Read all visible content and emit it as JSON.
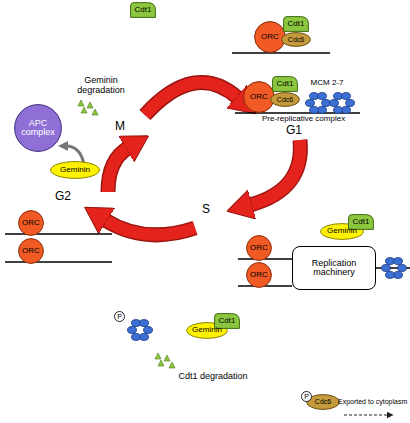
{
  "diagram": {
    "nodes": [
      {
        "text": [
          "Cdt1"
        ]
      },
      {
        "text": [
          "ORC"
        ]
      },
      {
        "text": [
          "Cdt1"
        ]
      },
      {
        "text": [
          "Cdc6"
        ]
      },
      {
        "text": [
          "APC complex"
        ]
      },
      {
        "text": [
          "ORC"
        ]
      },
      {
        "text": [
          "Cdt1"
        ]
      },
      {
        "text": [
          "Cdc6"
        ]
      },
      {
        "text": [
          "Geminin"
        ]
      },
      {
        "text": [
          "ORC"
        ]
      },
      {
        "text": [
          "Geminin"
        ]
      },
      {
        "text": [
          "Cdt1"
        ]
      },
      {
        "text": [
          "ORC"
        ]
      },
      {
        "text": [
          "Replication machinery"
        ]
      },
      {
        "text": [
          "ORC"
        ]
      },
      {
        "text": [
          "ORC"
        ]
      },
      {
        "text": [
          "Geminin"
        ]
      },
      {
        "text": [
          "Cdt1"
        ]
      },
      {
        "text": [
          "Cdc6"
        ]
      }
    ],
    "labels": [
      "Geminin degradation",
      "M",
      "G1",
      "MCM 2-7",
      "Pre-replicative complex",
      "S",
      "G2",
      "P",
      "Cdt1 degradation",
      "P",
      "Exported to cytoplasm"
    ]
  }
}
